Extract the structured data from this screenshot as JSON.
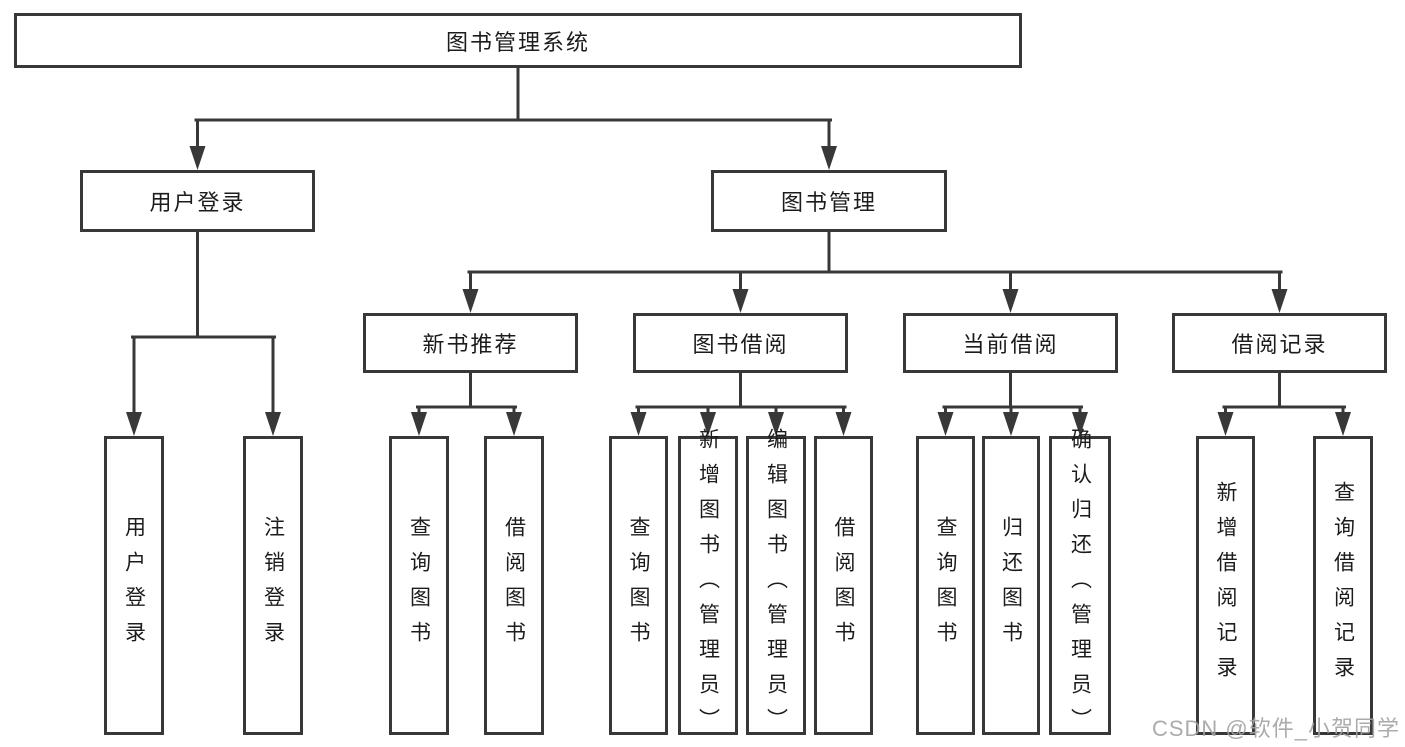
{
  "diagram": {
    "root": {
      "label": "图书管理系统"
    },
    "branches": {
      "user_login": {
        "label": "用户登录"
      },
      "book_mgmt": {
        "label": "图书管理"
      },
      "new_books": {
        "label": "新书推荐"
      },
      "borrowing": {
        "label": "图书借阅"
      },
      "current": {
        "label": "当前借阅"
      },
      "records": {
        "label": "借阅记录"
      }
    },
    "leaves": {
      "login": {
        "label": "用户登录"
      },
      "logout": {
        "label": "注销登录"
      },
      "nb_query": {
        "label": "查询图书"
      },
      "nb_borrow": {
        "label": "借阅图书"
      },
      "bw_query": {
        "label": "查询图书"
      },
      "bw_add": {
        "label": "新增图书（管理员）"
      },
      "bw_edit": {
        "label": "编辑图书（管理员）"
      },
      "bw_borrow": {
        "label": "借阅图书"
      },
      "cur_query": {
        "label": "查询图书"
      },
      "cur_return": {
        "label": "归还图书"
      },
      "cur_confirm": {
        "label": "确认归还（管理员）"
      },
      "rec_add": {
        "label": "新增借阅记录"
      },
      "rec_query": {
        "label": "查询借阅记录"
      }
    }
  },
  "watermark": {
    "text": "CSDN @软件_小贺同学"
  },
  "colors": {
    "line": "#383838",
    "box_border": "#383838",
    "text": "#1c1c1c",
    "watermark": "#a3a3a3",
    "background": "#ffffff"
  }
}
